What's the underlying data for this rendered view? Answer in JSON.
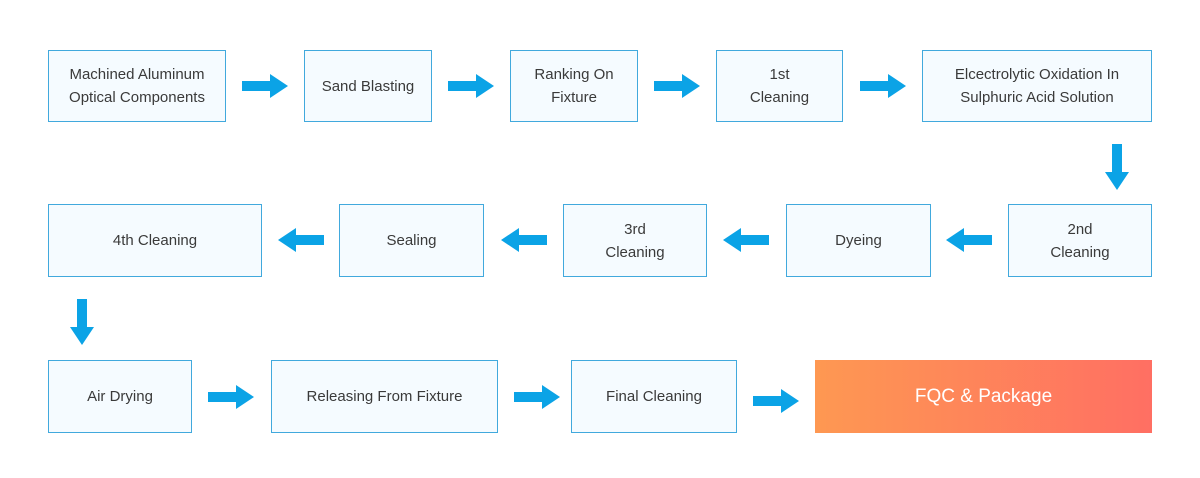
{
  "colors": {
    "box_border": "#41a9dd",
    "box_fill": "#f5fbff",
    "arrow": "#0ba3e6",
    "final_start": "#fe9852",
    "final_end": "#ff6f63"
  },
  "steps": [
    "Machined Aluminum\nOptical Components",
    "Sand Blasting",
    "Ranking On\nFixture",
    "1st\nCleaning",
    "Elcectrolytic Oxidation In\nSulphuric Acid Solution",
    "2nd\nCleaning",
    "Dyeing",
    "3rd\nCleaning",
    "Sealing",
    "4th Cleaning",
    "Air Drying",
    "Releasing From Fixture",
    "Final Cleaning",
    "FQC & Package"
  ]
}
